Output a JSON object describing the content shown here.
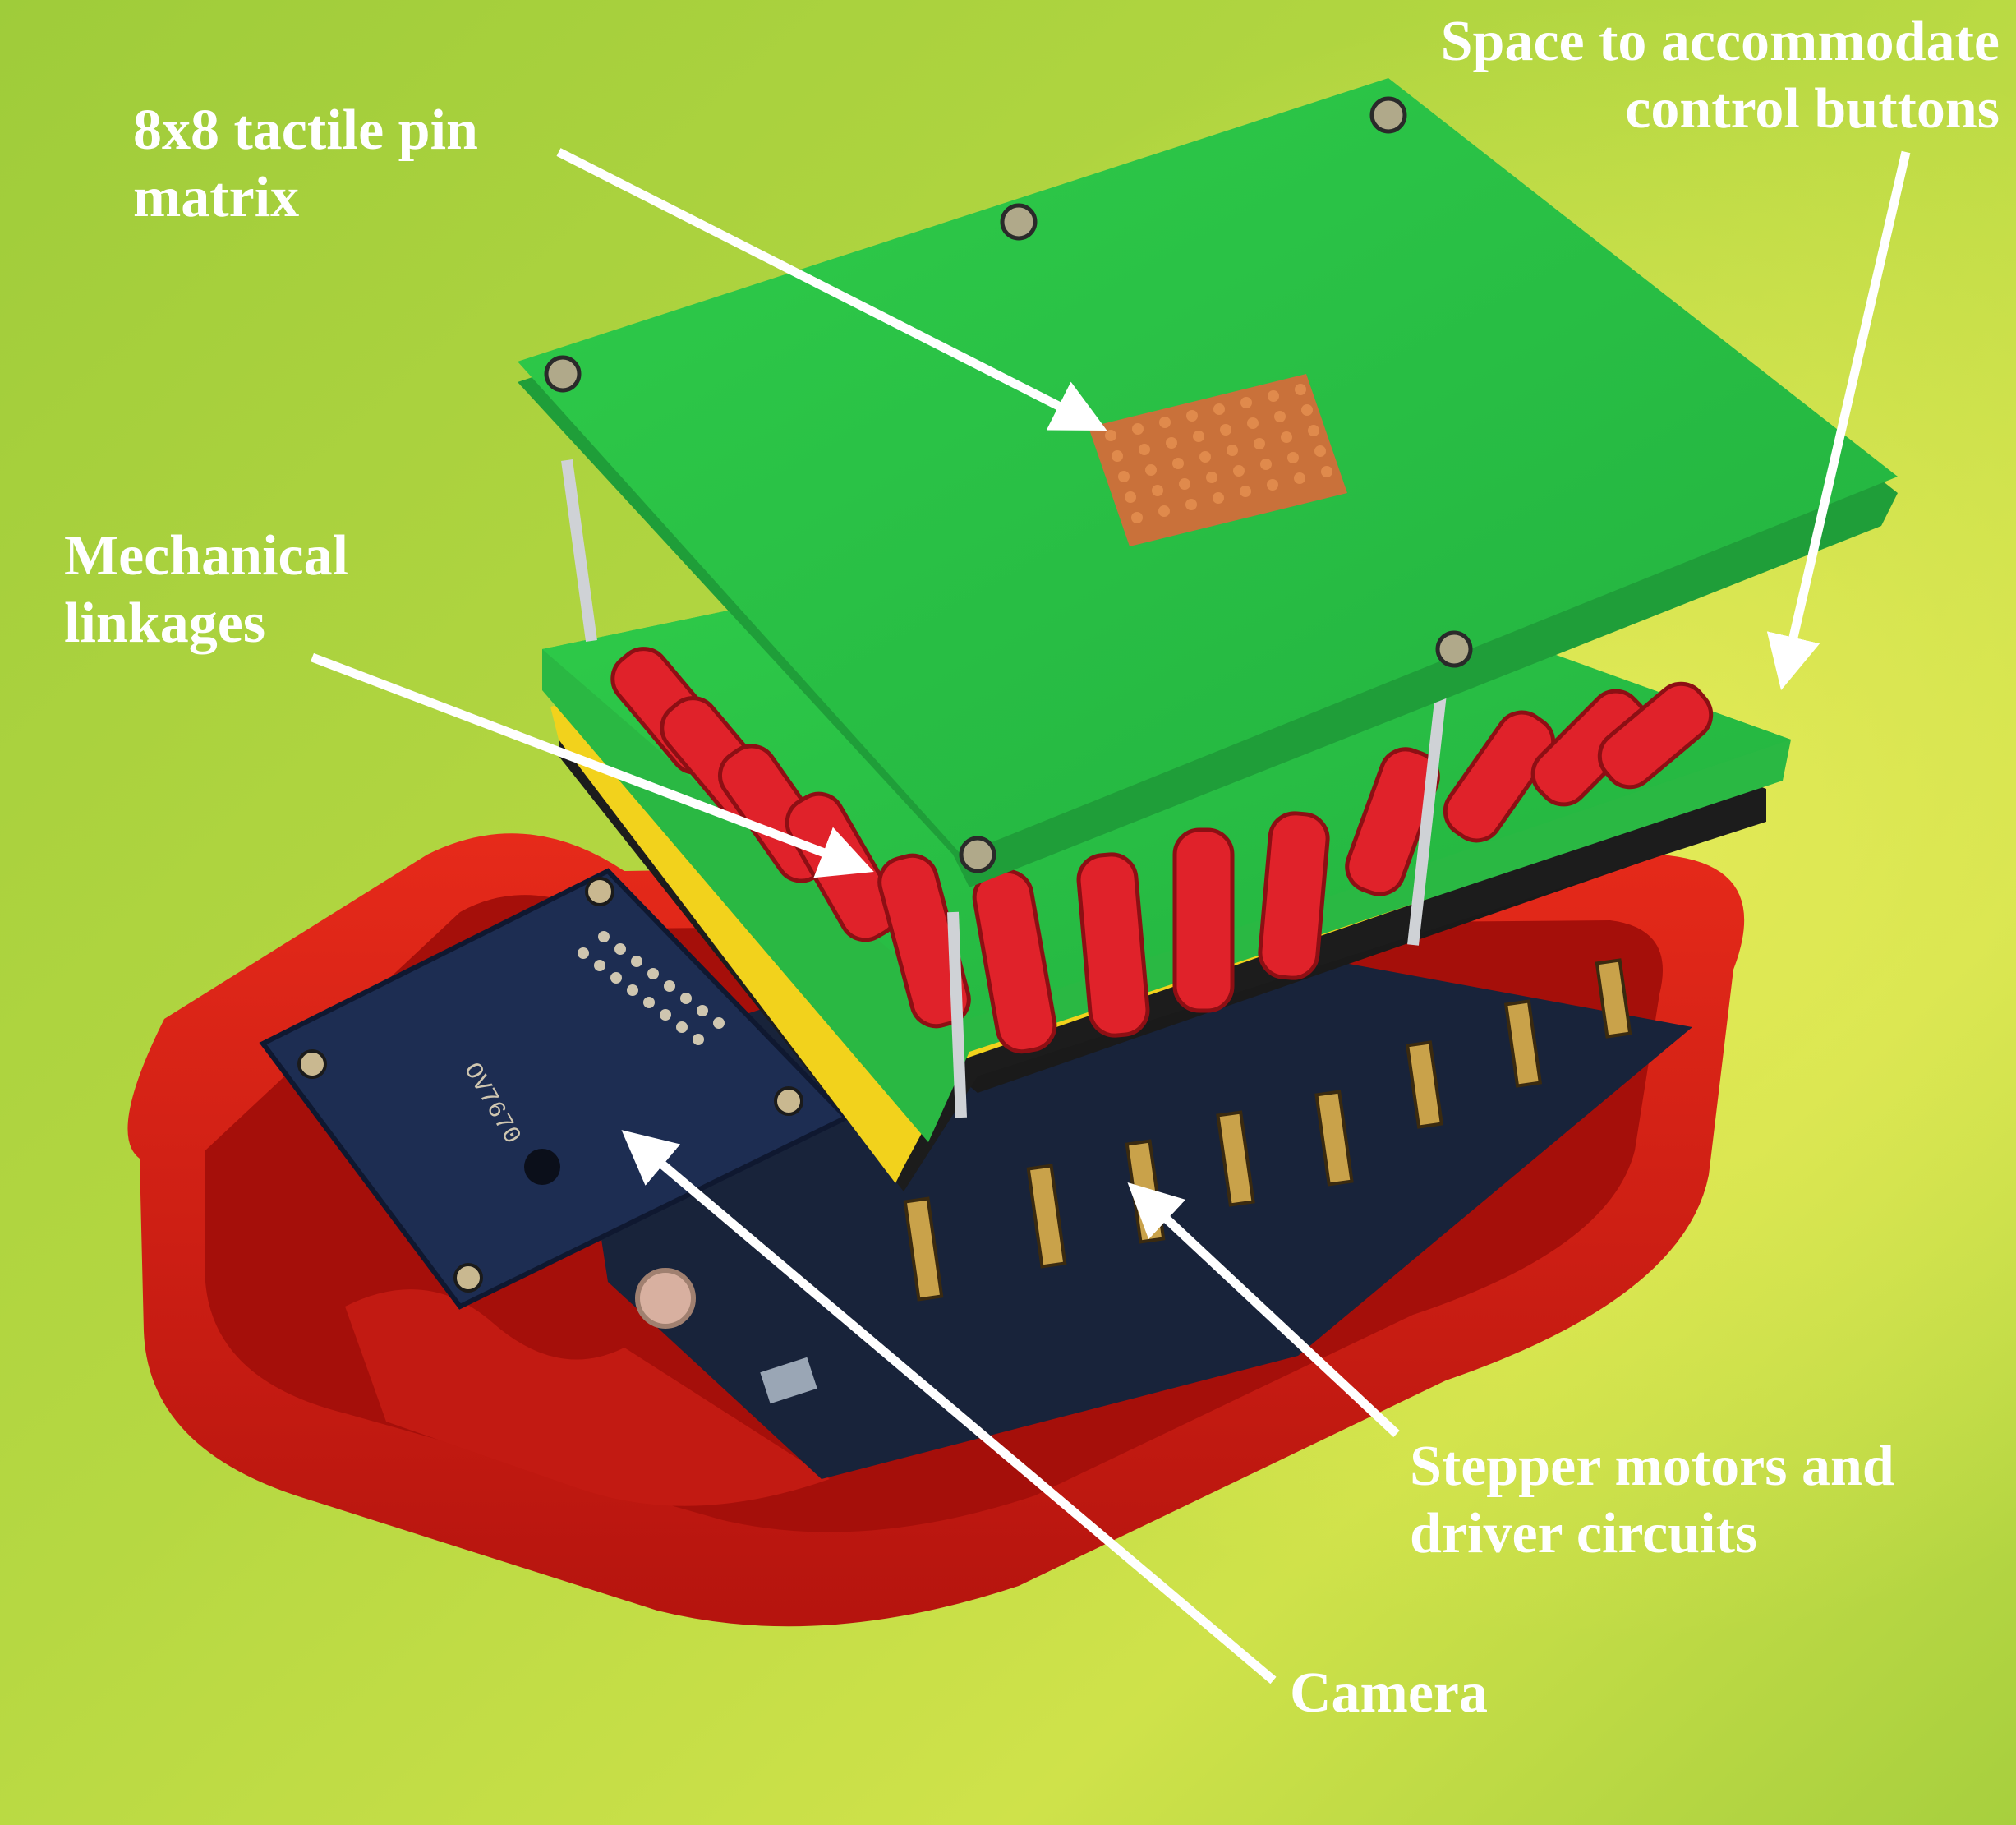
{
  "figure": {
    "labels": {
      "space": {
        "line1": "Space to accommodate",
        "line2": "control buttons"
      },
      "pins": {
        "line1": "8x8 tactile pin",
        "line2": "matrix"
      },
      "linkages": {
        "line1": "Mechanical",
        "line2": "linkages"
      },
      "motors": {
        "line1": "Stepper motors and",
        "line2": "driver circuits"
      },
      "camera": {
        "line1": "Camera"
      }
    },
    "board_text": {
      "camera_module": "OV7670"
    },
    "colors": {
      "background": "#b9d83a",
      "pcb": "#27c246",
      "case": "#d61a12",
      "linkage": "#e0222a",
      "spacer": "#f2d21c",
      "camera_board": "#1d2d52",
      "pin_matrix": "#d8773a",
      "label": "#ffffff"
    }
  }
}
